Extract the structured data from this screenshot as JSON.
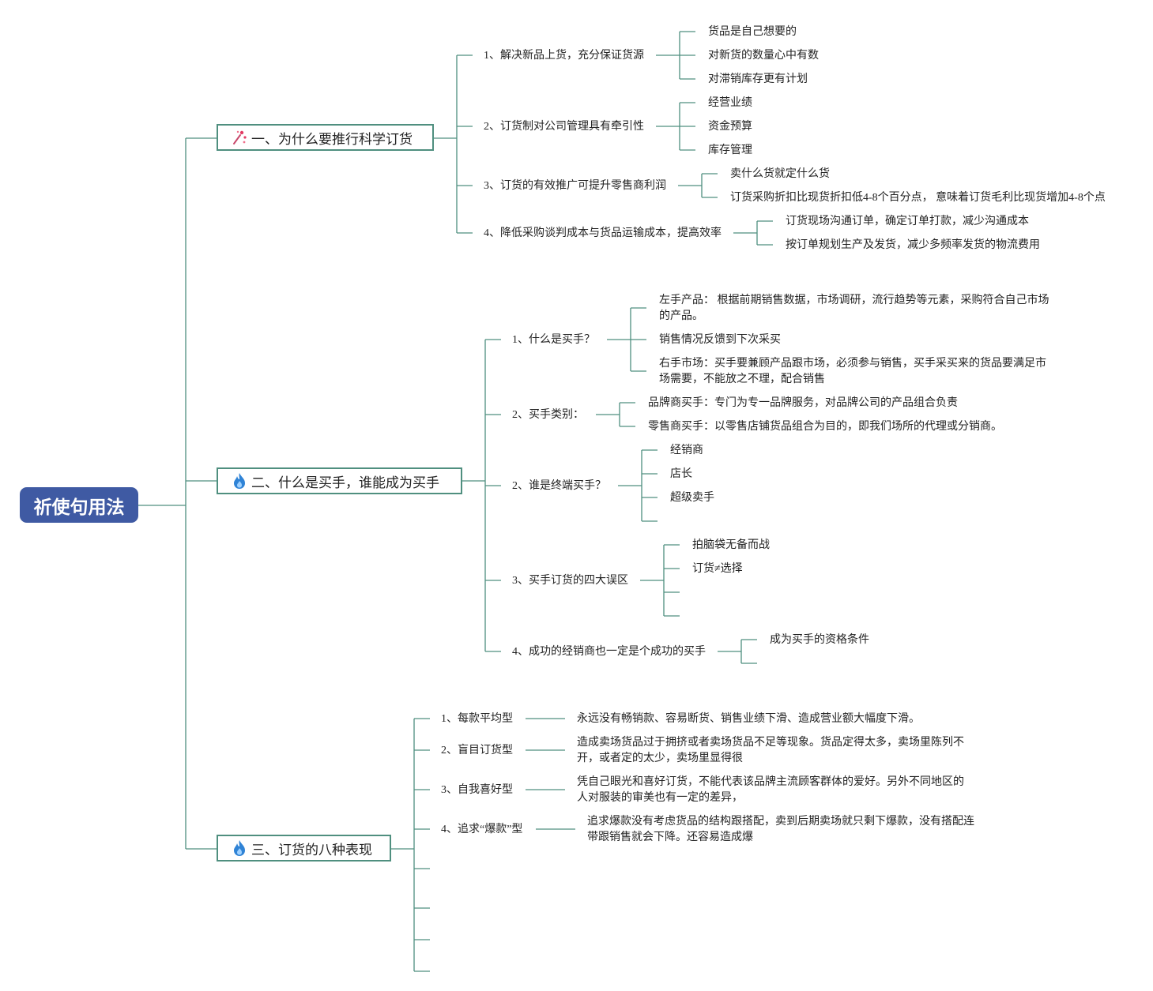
{
  "root": "祈使句用法",
  "colors": {
    "line": "#4f8f7f",
    "root_bg": "#3f5aa3"
  },
  "branches": [
    {
      "label": "一、为什么要推行科学订货",
      "icon": "sparkle-icon",
      "items": [
        {
          "label": "1、解决新品上货，充分保证货源",
          "children": [
            "货品是自己想要的",
            "对新货的数量心中有数",
            "对滞销库存更有计划"
          ]
        },
        {
          "label": "2、订货制对公司管理具有牵引性",
          "children": [
            "经营业绩",
            "资金预算",
            "库存管理"
          ]
        },
        {
          "label": "3、订货的有效推广可提升零售商利润",
          "children": [
            "卖什么货就定什么货",
            "订货采购折扣比现货折扣低4-8个百分点， 意味着订货毛利比现货增加4-8个点"
          ]
        },
        {
          "label": "4、降低采购谈判成本与货品运输成本，提高效率",
          "children": [
            "订货现场沟通订单，确定订单打款，减少沟通成本",
            "按订单规划生产及发货，减少多频率发货的物流费用"
          ]
        }
      ]
    },
    {
      "label": "二、什么是买手，谁能成为买手",
      "icon": "fire-icon",
      "items": [
        {
          "label": "1、什么是买手？",
          "children": [
            "左手产品： 根据前期销售数据，市场调研，流行趋势等元素，采购符合自己市场的产品。",
            "销售情况反馈到下次采买",
            "右手市场：买手要兼顾产品跟市场，必须参与销售，买手采买来的货品要满足市场需要，不能放之不理，配合销售"
          ]
        },
        {
          "label": "2、买手类别：",
          "children": [
            "品牌商买手：专门为专一品牌服务，对品牌公司的产品组合负责",
            "零售商买手：以零售店铺货品组合为目的，即我们场所的代理或分销商。"
          ]
        },
        {
          "label": "2、谁是终端买手？",
          "children": [
            "经销商",
            "店长",
            "超级卖手",
            ""
          ]
        },
        {
          "label": "3、买手订货的四大误区",
          "children": [
            "拍脑袋无备而战",
            "订货≠选择",
            "",
            ""
          ]
        },
        {
          "label": "4、成功的经销商也一定是个成功的买手",
          "children": [
            "成为买手的资格条件",
            ""
          ]
        }
      ]
    },
    {
      "label": "三、订货的八种表现",
      "icon": "fire-icon",
      "items": [
        {
          "label": "1、每款平均型",
          "children": [
            "永远没有畅销款、容易断货、销售业绩下滑、造成营业额大幅度下滑。"
          ]
        },
        {
          "label": "2、盲目订货型",
          "children": [
            "造成卖场货品过于拥挤或者卖场货品不足等现象。货品定得太多，卖场里陈列不开，或者定的太少，卖场里显得很"
          ]
        },
        {
          "label": "3、自我喜好型",
          "children": [
            "凭自己眼光和喜好订货，不能代表该品牌主流顾客群体的爱好。另外不同地区的人对服装的审美也有一定的差异，"
          ]
        },
        {
          "label": "4、追求“爆款”型",
          "children": [
            "追求爆款没有考虑货品的结构跟搭配，卖到后期卖场就只剩下爆款，没有搭配连带跟销售就会下降。还容易造成爆"
          ]
        },
        {
          "label": "",
          "children": []
        },
        {
          "label": "",
          "children": []
        },
        {
          "label": "",
          "children": []
        },
        {
          "label": "",
          "children": []
        }
      ]
    }
  ]
}
